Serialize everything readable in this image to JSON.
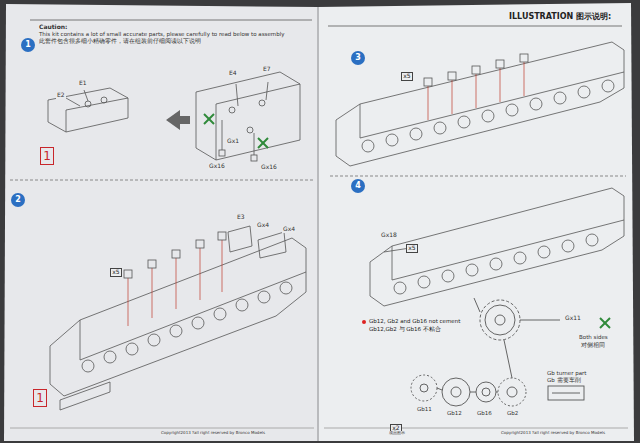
{
  "diagram": {
    "nodes": [
      {
        "text": [
          "1"
        ]
      },
      {
        "text": [
          "1"
        ]
      },
      {
        "text": [
          "2"
        ]
      },
      {
        "text": [
          "x5"
        ]
      },
      {
        "text": [
          "1"
        ]
      },
      {
        "text": [
          "3"
        ]
      },
      {
        "text": [
          "x5"
        ]
      },
      {
        "text": [
          "4"
        ]
      },
      {
        "text": [
          "x5"
        ]
      },
      {
        "text": [
          "x2"
        ]
      }
    ],
    "labels": [
      "Caution:",
      "This kit contains a lot of small accurate parts, please carefully to read below to assembly",
      "此套件包含很多细小精确零件，请在组装前仔细阅读以下说明",
      "E1",
      "E2",
      "E4",
      "E7",
      "Gx1",
      "Gx16",
      "Gx16",
      "E3",
      "Gx4",
      "Gx4",
      "ILLUSTRATION 图示说明:",
      "Gx18",
      "Gx11",
      "Gb12, Gb2 and Gb16 not cement",
      "Gb12,Gb2 与 Gb16 不粘合",
      "Both sides",
      "对侧相同",
      "Gb11",
      "Gb12",
      "Gb16",
      "Gb2",
      "Gb turner part",
      "Gb 需要车削",
      "Copyright2013 ?all right reserved by Bronco Models",
      "成品图示",
      "Copyright2013 ?all right reserved by Bronco Models"
    ]
  }
}
